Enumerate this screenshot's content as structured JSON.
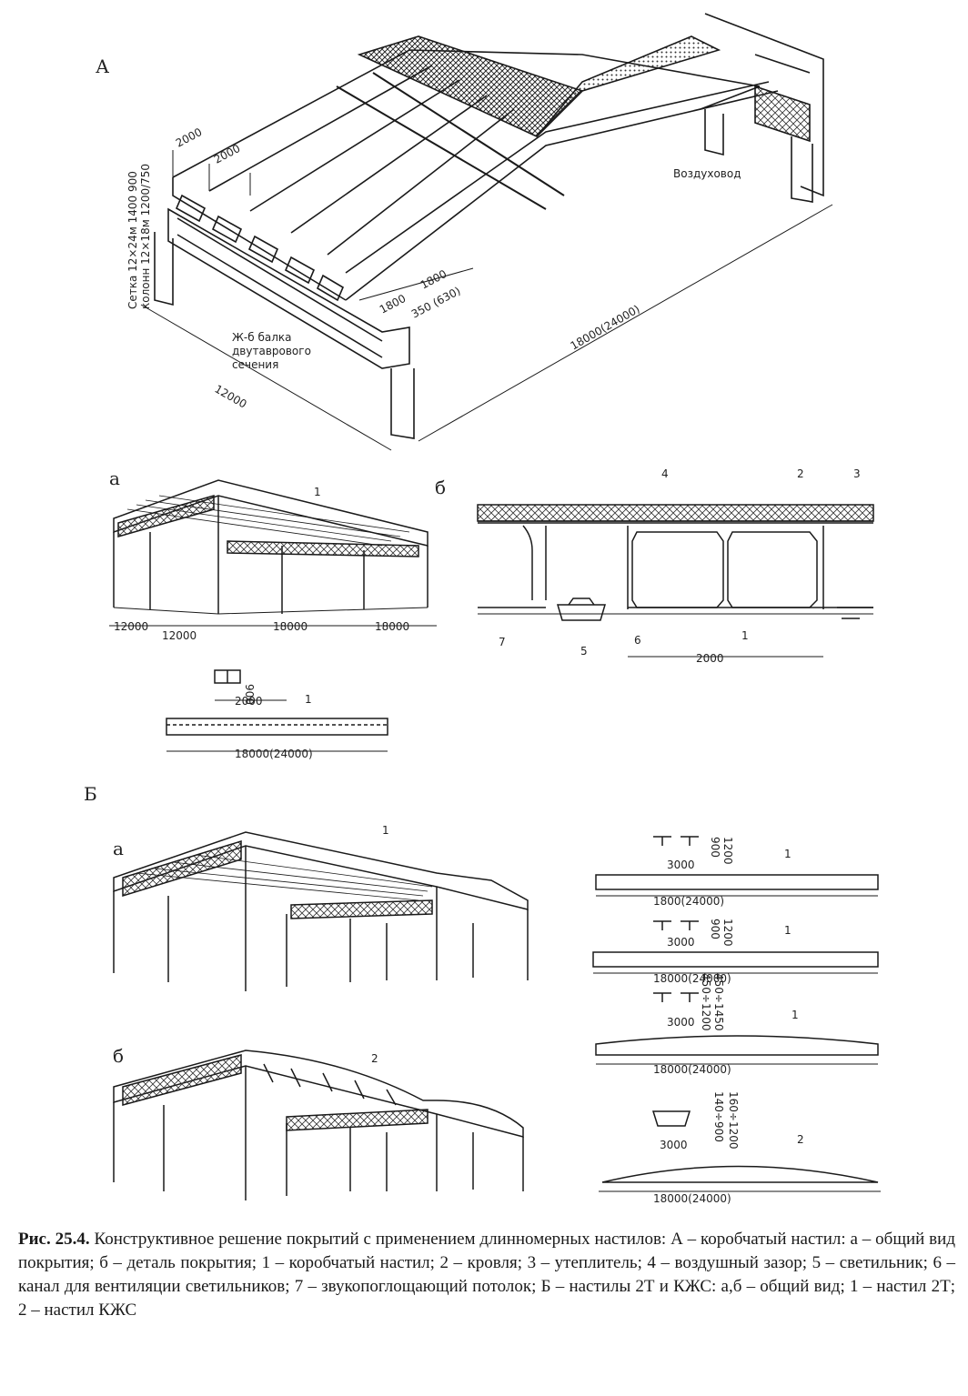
{
  "figure": {
    "section_a": "А",
    "section_b": "Б",
    "sub_a1": "а",
    "sub_b1": "б",
    "sub_a2": "а",
    "sub_b2": "б"
  },
  "iso_labels": {
    "grid_l1": "Сетка 12×24м  1400  900",
    "grid_l2": "колонн  12×18м  1200/750",
    "beam_l1": "Ж-б балка",
    "beam_l2": "двутаврового",
    "beam_l3": "сечения",
    "duct": "Воздуховод",
    "dim_2000a": "2000",
    "dim_2000b": "2000",
    "dim_1800a": "1800",
    "dim_1800b": "1800",
    "dim_350": "350 (630)",
    "dim_12000": "12000",
    "dim_18000": "18000(24000)"
  },
  "frame_a": {
    "callout": "1",
    "dims": [
      "12000",
      "12000",
      "18000",
      "18000"
    ]
  },
  "detail_b": {
    "callouts": [
      "4",
      "2",
      "3",
      "1",
      "5",
      "6",
      "7"
    ],
    "dim": "2000"
  },
  "panel_a": {
    "dim_w": "2000",
    "dim_h": "900",
    "callout": "1",
    "length": "18000(24000)"
  },
  "frame_b1": {
    "callout": "1"
  },
  "frame_b2": {
    "callout": "2"
  },
  "panels_b": [
    {
      "dim_w": "3000",
      "dim_h1": "900",
      "dim_h2": "1200",
      "callout": "1",
      "length": "1800(24000)"
    },
    {
      "dim_w": "3000",
      "dim_h1": "900",
      "dim_h2": "1200",
      "callout": "1",
      "length": "18000(24000)"
    },
    {
      "dim_w": "3000",
      "dim_h1": "450÷1200",
      "dim_h2": "450÷1450",
      "callout": "1",
      "length": "18000(24000)"
    },
    {
      "dim_w": "3000",
      "dim_h1": "140÷900",
      "dim_h2": "160÷1200",
      "callout": "2",
      "length": "18000(24000)"
    }
  ],
  "caption": {
    "label": "Рис. 25.4.",
    "text": "Конструктивное решение покрытий с применением длинномерных настилов: А – коробчатый настил: а – общий вид покрытия; б – деталь покрытия; 1 – коробчатый настил; 2 – кровля; 3 – утеплитель; 4 – воздушный зазор; 5 – светильник; 6 – канал для вентиляции светильников; 7 – звукопоглощающий потолок; Б – настилы 2Т и КЖС: а,б – общий вид; 1 – настил 2Т; 2 – настил КЖС"
  }
}
